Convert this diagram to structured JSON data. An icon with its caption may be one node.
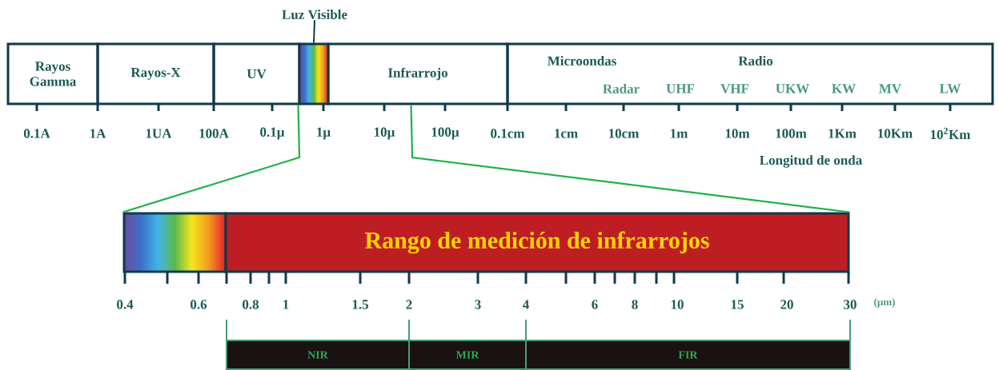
{
  "diagram": {
    "nodes": [
      {
        "text": [
          "Rayos Gamma"
        ]
      },
      {
        "text": [
          "Rayos-X"
        ]
      },
      {
        "text": [
          "UV"
        ]
      },
      {
        "text": [],
        "shape": "box"
      },
      {
        "text": [
          "Infrarrojo"
        ]
      },
      {
        "text": [
          "Microondas",
          "Radio",
          "Radar",
          "UHF",
          "VHF",
          "UKW",
          "KW",
          "MV",
          "LW"
        ]
      },
      {
        "text": [
          "Luz Visible"
        ]
      },
      {
        "text": [],
        "shape": "box"
      },
      {
        "text": [
          "Rango de medición de infrarrojos"
        ]
      },
      {
        "text": [
          "NIR"
        ]
      },
      {
        "text": [
          "MIR"
        ]
      },
      {
        "text": [
          "FIR"
        ]
      }
    ],
    "edges": [
      {
        "from": 6,
        "to": 3,
        "arrow": "none",
        "color": "#0f3a4a"
      },
      {
        "from": 3,
        "to": 7,
        "arrow": "none"
      },
      {
        "from": 4,
        "to": 8,
        "arrow": "none"
      }
    ],
    "labels": [
      "0.1A",
      "1A",
      "1UA",
      "100A",
      "0.1µ",
      "1µ",
      "10µ",
      "100µ",
      "0.1cm",
      "1cm",
      "10cm",
      "1m",
      "10m",
      "100m",
      "1Km",
      "10Km",
      "10$^{2}$Km",
      "Longitud de onda",
      "0.4",
      "0.6",
      "0.8",
      "1",
      "1.5",
      "2",
      "3",
      "4",
      "6",
      "8",
      "10",
      "15",
      "20",
      "30",
      "(µm)"
    ]
  }
}
